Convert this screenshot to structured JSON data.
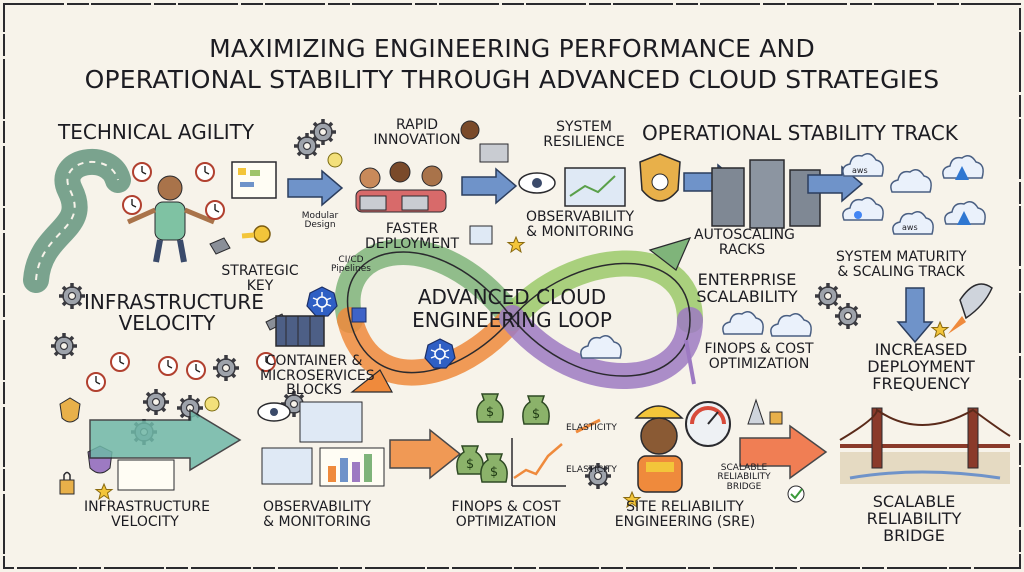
{
  "title": {
    "line1": "MAXIMIZING ENGINEERING PERFORMANCE AND",
    "line2": "OPERATIONAL STABILITY THROUGH ADVANCED CLOUD STRATEGIES"
  },
  "center": {
    "line1": "ADVANCED CLOUD",
    "line2": "ENGINEERING LOOP"
  },
  "labels": {
    "technical_agility": "TECHNICAL AGILITY",
    "rapid": "RAPID",
    "innovation": "INNOVATION",
    "system": "SYSTEM",
    "resilience": "RESILIENCE",
    "operational_stability_track": "OPERATIONAL STABILITY TRACK",
    "modular": "Modular",
    "design": "Design",
    "faster": "FASTER",
    "deployment": "DEPLOYMENT",
    "observability_top_1": "OBSERVABILITY",
    "observability_top_2": "& MONITORING",
    "autoscaling": "AUTOSCALING",
    "racks": "RACKS",
    "system_maturity_1": "SYSTEM MATURITY",
    "system_maturity_2": "& SCALING TRACK",
    "strategic": "STRATEGIC",
    "key": "KEY",
    "cicd_1": "CI/CD",
    "cicd_2": "Pipelines",
    "enterprise": "ENTERPRISE",
    "scalability": "SCALABILITY",
    "infra_mid_1": "INFRASTRUCTURE",
    "infra_mid_2": "VELOCITY",
    "finops_right_1": "FINOPS & COST",
    "finops_right_2": "OPTIMIZATION",
    "container_1": "CONTAINER &",
    "container_2": "MICROSERVICES",
    "container_3": "BLOCKS",
    "increased_1": "INCREASED",
    "increased_2": "DEPLOYMENT",
    "increased_3": "FREQUENCY",
    "elasticity_1": "ELASTICITY",
    "elasticity_2": "ELASTICITY",
    "scalable_small_1": "SCALABLE",
    "scalable_small_2": "RELIABILITY",
    "scalable_small_3": "BRIDGE",
    "infra_bottom_1": "INFRASTRUCTURE",
    "infra_bottom_2": "VELOCITY",
    "observability_bottom_1": "OBSERVABILITY",
    "observability_bottom_2": "& MONITORING",
    "finops_bottom_1": "FINOPS & COST",
    "finops_bottom_2": "OPTIMIZATION",
    "sre_1": "SITE RELIABILITY",
    "sre_2": "ENGINEERING (SRE)",
    "scalable_bridge_1": "SCALABLE",
    "scalable_bridge_2": "RELIABILITY",
    "scalable_bridge_3": "BRIDGE"
  },
  "cloud_badges": {
    "aws_1": "aws",
    "aws_2": "aws"
  },
  "colors": {
    "background": "#f7f3ea",
    "ink": "#1f1f24",
    "arrow_blue": "#6f93c9",
    "loop_green": "#7fb47a",
    "loop_orange": "#ef8a3c",
    "loop_purple": "#9d7ac2",
    "road": "#7aa38e",
    "money_green": "#7aa35a",
    "kubernetes_blue": "#2f5fc4",
    "aws_orange": "#f19a2a",
    "azure_blue": "#2f77d1",
    "gear_gray": "#8a8f98",
    "star_yellow": "#f3c53a"
  },
  "icons": [
    "winding-road-icon",
    "person-icon",
    "clock-icon",
    "gear-icon",
    "lightbulb-icon",
    "key-icon",
    "whiteboard-icon",
    "team-icon",
    "laptop-icon",
    "eye-icon",
    "dashboard-icon",
    "shield-icon",
    "server-rack-icon",
    "cloud-icon",
    "kubernetes-icon",
    "container-icon",
    "money-bag-icon",
    "chart-icon",
    "engineer-icon",
    "gauge-icon",
    "rocket-icon",
    "bridge-icon",
    "star-icon",
    "checkmark-icon",
    "lock-icon",
    "wrench-icon"
  ]
}
